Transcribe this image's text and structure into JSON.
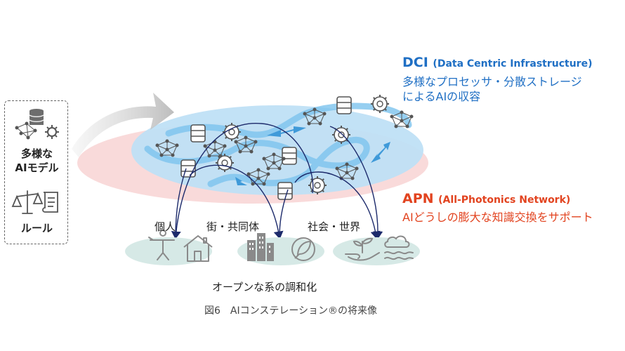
{
  "dci": {
    "title": "DCI",
    "subtitle": "(Data Centric Infrastructure)",
    "line1": "多様なプロセッサ・分散ストレージ",
    "line2": "によるAIの収容"
  },
  "apn": {
    "title": "APN",
    "subtitle": "(All-Photonics Network)",
    "line1": "AIどうしの膨大な知識交換をサポート"
  },
  "left_panel": {
    "model_line1": "多様な",
    "model_line2": "AIモデル",
    "rules": "ルール"
  },
  "groups": {
    "individual": "個人",
    "town": "街・共同体",
    "society": "社会・世界"
  },
  "harmony": "オープンな系の調和化",
  "caption": "図6　AIコンステレーション®の将来像",
  "colors": {
    "dci_blue": "#1f6fc4",
    "apn_red": "#e2431f",
    "ellipse_blue": "#bfe0f5",
    "ellipse_red": "#f8d3d3",
    "ground": "#d6e9e6",
    "arrow_navy": "#1c2a6b"
  }
}
